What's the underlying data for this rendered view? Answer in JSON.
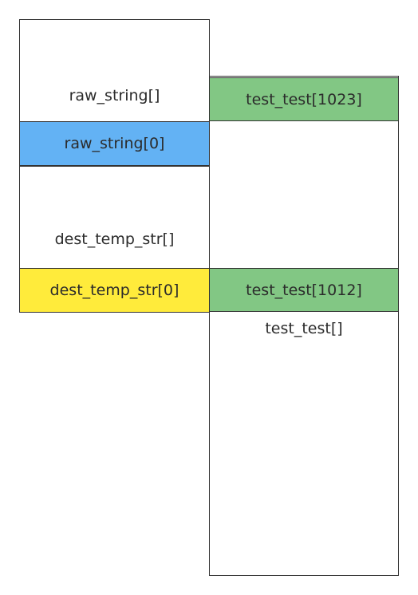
{
  "left_column": {
    "raw_string_label": "raw_string[]",
    "raw_string_0": "raw_string[0]",
    "dest_temp_str_label": "dest_temp_str[]",
    "dest_temp_str_0": "dest_temp_str[0]"
  },
  "right_column": {
    "test_test_1023": "test_test[1023]",
    "test_test_1012": "test_test[1012]",
    "test_test_label": "test_test[]"
  },
  "colors": {
    "blue_cell": "#63b2f4",
    "yellow_cell": "#ffeb3b",
    "green_cell": "#82c784",
    "border": "#333333"
  }
}
